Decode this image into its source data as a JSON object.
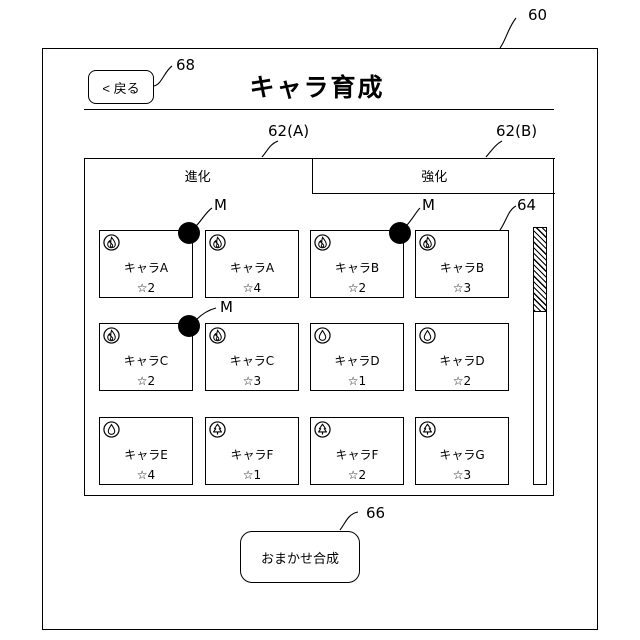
{
  "refs": {
    "screen": "60",
    "tab_evolve": "62(A)",
    "tab_enhance": "62(B)",
    "card": "64",
    "auto_button": "66",
    "back_button": "68",
    "marker": "M"
  },
  "header": {
    "back_label": "< 戻る",
    "title": "キャラ育成"
  },
  "tabs": [
    {
      "label": "進化"
    },
    {
      "label": "強化"
    }
  ],
  "cards": [
    {
      "attribute": "fire-icon",
      "name": "キャラA",
      "stars": "☆2",
      "marked": true
    },
    {
      "attribute": "fire-icon",
      "name": "キャラA",
      "stars": "☆4",
      "marked": false
    },
    {
      "attribute": "fire-icon",
      "name": "キャラB",
      "stars": "☆2",
      "marked": true
    },
    {
      "attribute": "fire-icon",
      "name": "キャラB",
      "stars": "☆3",
      "marked": false
    },
    {
      "attribute": "fire-icon",
      "name": "キャラC",
      "stars": "☆2",
      "marked": true
    },
    {
      "attribute": "fire-icon",
      "name": "キャラC",
      "stars": "☆3",
      "marked": false
    },
    {
      "attribute": "water-icon",
      "name": "キャラD",
      "stars": "☆1",
      "marked": false
    },
    {
      "attribute": "water-icon",
      "name": "キャラD",
      "stars": "☆2",
      "marked": false
    },
    {
      "attribute": "water-icon",
      "name": "キャラE",
      "stars": "☆4",
      "marked": false
    },
    {
      "attribute": "tree-icon",
      "name": "キャラF",
      "stars": "☆1",
      "marked": false
    },
    {
      "attribute": "tree-icon",
      "name": "キャラF",
      "stars": "☆2",
      "marked": false
    },
    {
      "attribute": "tree-icon",
      "name": "キャラG",
      "stars": "☆3",
      "marked": false
    }
  ],
  "footer": {
    "auto_label": "おまかせ合成"
  }
}
